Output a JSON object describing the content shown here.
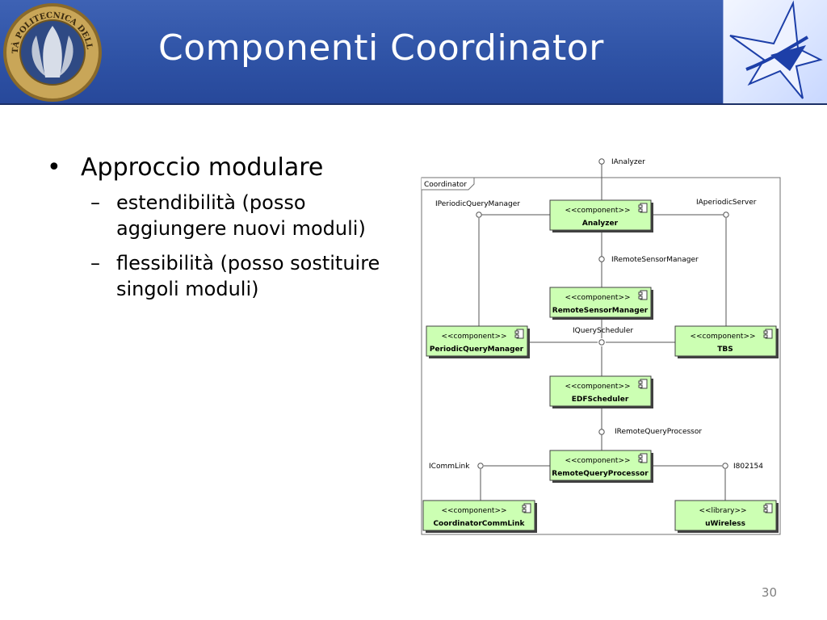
{
  "slide": {
    "title": "Componenti Coordinator",
    "page_number": "30",
    "left_logo_text": "UNIVERSITÀ POLITECNICA DELLE MARCHE"
  },
  "bullets": {
    "main": "Approccio modulare",
    "subs": [
      "estendibilità (posso aggiungere nuovi moduli)",
      "flessibilità (posso sostituire singoli moduli)"
    ]
  },
  "diagram": {
    "frame_label": "Coordinator",
    "components": {
      "analyzer": {
        "stereotype": "<<component>>",
        "name": "Analyzer"
      },
      "remote_sensor_manager": {
        "stereotype": "<<component>>",
        "name": "RemoteSensorManager"
      },
      "periodic_query_manager": {
        "stereotype": "<<component>>",
        "name": "PeriodicQueryManager"
      },
      "tbs": {
        "stereotype": "<<component>>",
        "name": "TBS"
      },
      "edf_scheduler": {
        "stereotype": "<<component>>",
        "name": "EDFScheduler"
      },
      "remote_query_processor": {
        "stereotype": "<<component>>",
        "name": "RemoteQueryProcessor"
      },
      "coordinator_comm_link": {
        "stereotype": "<<component>>",
        "name": "CoordinatorCommLink"
      },
      "uwireless": {
        "stereotype": "<<library>>",
        "name": "uWireless"
      }
    },
    "interfaces": {
      "ianalyzer": "IAnalyzer",
      "iperiodic_query_manager": "IPeriodicQueryManager",
      "iaperiodic_server": "IAperiodicServer",
      "iremote_sensor_manager": "IRemoteSensorManager",
      "iquery_scheduler": "IQueryScheduler",
      "iremote_query_processor": "IRemoteQueryProcessor",
      "icomm_link": "ICommLink",
      "i802154": "I802154"
    }
  },
  "colors": {
    "header_blue": "#2f53a6",
    "component_fill": "#ccffb3",
    "component_border": "#404040"
  }
}
